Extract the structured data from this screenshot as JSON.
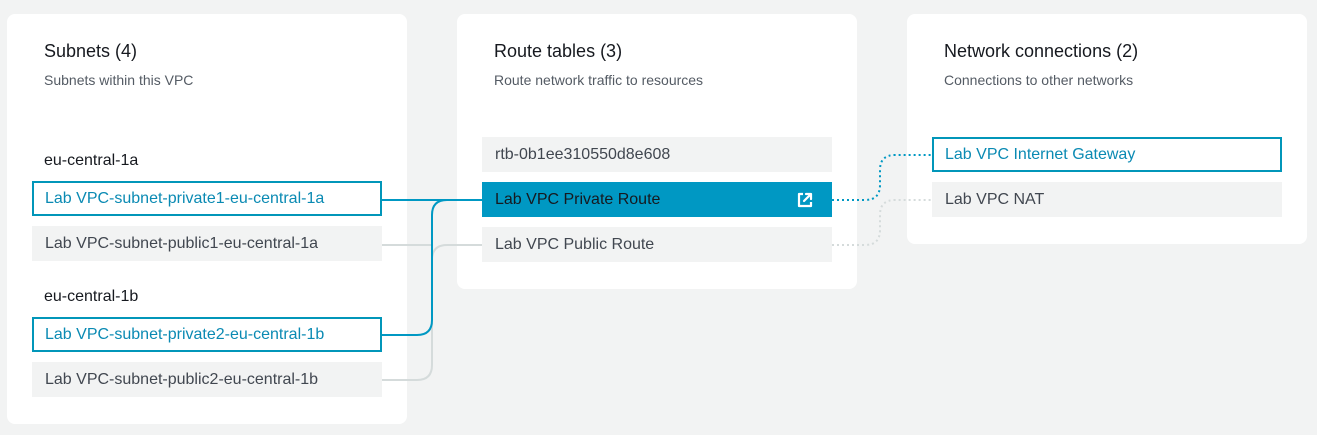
{
  "subnets": {
    "title": "Subnets (4)",
    "subtitle": "Subnets within this VPC",
    "groups": [
      {
        "label": "eu-central-1a",
        "items": [
          {
            "label": "Lab VPC-subnet-private1-eu-central-1a",
            "state": "linked"
          },
          {
            "label": "Lab VPC-subnet-public1-eu-central-1a",
            "state": "default"
          }
        ]
      },
      {
        "label": "eu-central-1b",
        "items": [
          {
            "label": "Lab VPC-subnet-private2-eu-central-1b",
            "state": "linked"
          },
          {
            "label": "Lab VPC-subnet-public2-eu-central-1b",
            "state": "default"
          }
        ]
      }
    ]
  },
  "route_tables": {
    "title": "Route tables (3)",
    "subtitle": "Route network traffic to resources",
    "items": [
      {
        "label": "rtb-0b1ee310550d8e608",
        "state": "default"
      },
      {
        "label": "Lab VPC Private Route",
        "state": "selected",
        "icon": "external-link-icon"
      },
      {
        "label": "Lab VPC Public Route",
        "state": "default"
      }
    ]
  },
  "network_connections": {
    "title": "Network connections (2)",
    "subtitle": "Connections to other networks",
    "items": [
      {
        "label": "Lab VPC Internet Gateway",
        "state": "linked"
      },
      {
        "label": "Lab VPC NAT",
        "state": "default"
      }
    ]
  },
  "colors": {
    "accent": "#0098c3",
    "link": "#0a8ab3",
    "connector_inactive": "#d5dbdb",
    "background": "#f2f3f3"
  }
}
